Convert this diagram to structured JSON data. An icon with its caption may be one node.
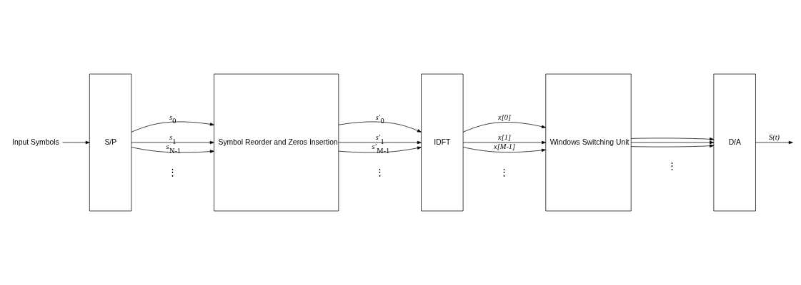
{
  "diagram": {
    "nodes": [
      {
        "text": [
          "Input Symbols"
        ]
      },
      {
        "text": [
          "S/P"
        ]
      },
      {
        "text": [
          "Symbol Reorder and Zeros Insertion"
        ]
      },
      {
        "text": [
          "IDFT"
        ]
      },
      {
        "text": [
          "Windows Switching Unit"
        ]
      },
      {
        "text": [
          "D/A"
        ]
      }
    ],
    "edges": [
      {
        "from": 0,
        "to": 1,
        "arrow": "to"
      },
      {
        "from": 1,
        "to": 2,
        "arrow": "to",
        "label": "s$_{0}$"
      },
      {
        "from": 1,
        "to": 2,
        "arrow": "to",
        "label": "s$_{1}$"
      },
      {
        "from": 1,
        "to": 2,
        "arrow": "to",
        "label": "s$_{N-1}$"
      },
      {
        "from": 2,
        "to": 3,
        "arrow": "to",
        "label": "s′$_{0}$"
      },
      {
        "from": 2,
        "to": 3,
        "arrow": "to",
        "label": "s′$_{1}$"
      },
      {
        "from": 2,
        "to": 3,
        "arrow": "to",
        "label": "s′$_{M-1}$"
      },
      {
        "from": 3,
        "to": 4,
        "arrow": "to",
        "label": "x[0]"
      },
      {
        "from": 3,
        "to": 4,
        "arrow": "to",
        "label": "x[1]"
      },
      {
        "from": 3,
        "to": 4,
        "arrow": "to",
        "label": "x[M-1]"
      },
      {
        "from": 4,
        "to": 5,
        "arrow": "to"
      },
      {
        "from": 4,
        "to": 5,
        "arrow": "to"
      },
      {
        "from": 4,
        "to": 5,
        "arrow": "to"
      },
      {
        "from": 5,
        "to": null,
        "arrow": "to",
        "label": "S(t)"
      }
    ],
    "labels": [
      "⋮",
      "⋮",
      "⋮",
      "⋮"
    ]
  }
}
